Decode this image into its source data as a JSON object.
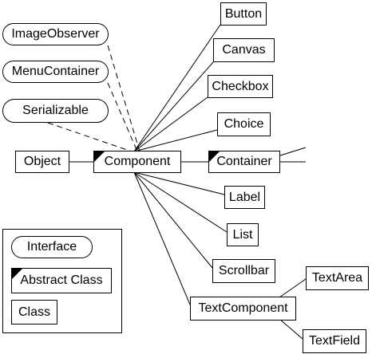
{
  "nodes": {
    "image_observer": "ImageObserver",
    "menu_container": "MenuContainer",
    "serializable": "Serializable",
    "object": "Object",
    "component": "Component",
    "container": "Container",
    "button": "Button",
    "canvas": "Canvas",
    "checkbox": "Checkbox",
    "choice": "Choice",
    "label": "Label",
    "list": "List",
    "scrollbar": "Scrollbar",
    "text_component": "TextComponent",
    "text_area": "TextArea",
    "text_field": "TextField"
  },
  "legend": {
    "interface": "Interface",
    "abstract_class": "Abstract Class",
    "class": "Class"
  }
}
